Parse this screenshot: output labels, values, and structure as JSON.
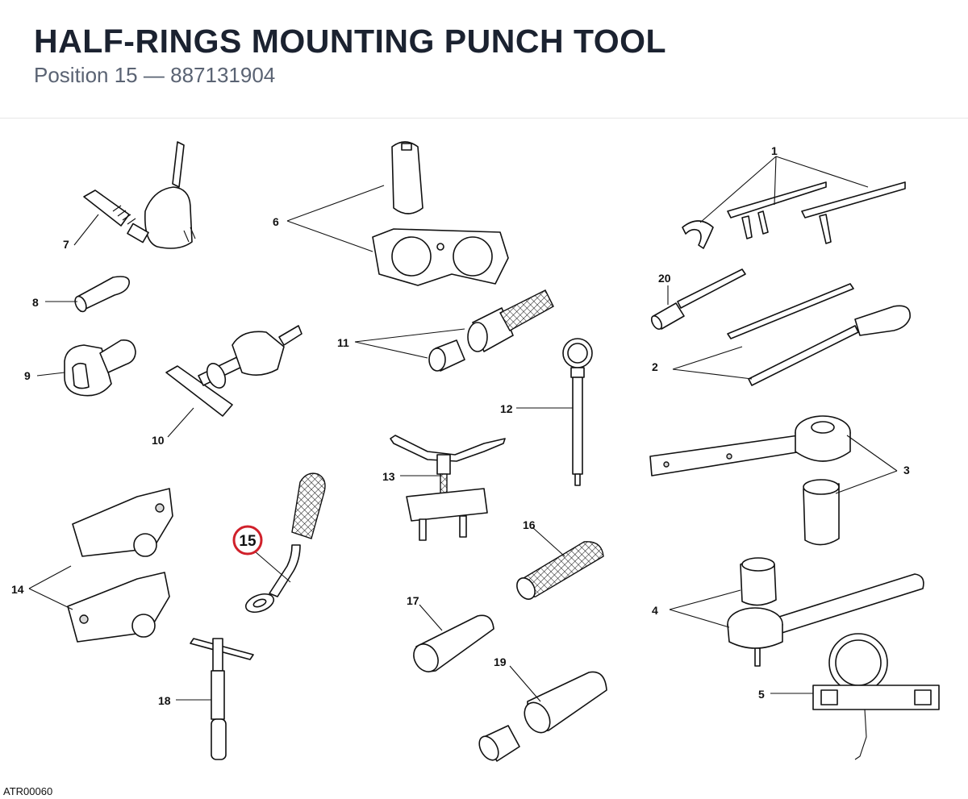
{
  "header": {
    "title": "HALF-RINGS MOUNTING PUNCH TOOL",
    "position_label": "Position 15",
    "separator": "—",
    "part_number": "887131904"
  },
  "diagram": {
    "highlight_callout": "15",
    "highlight_color": "#d0202a",
    "callouts": [
      "1",
      "2",
      "3",
      "4",
      "5",
      "6",
      "7",
      "8",
      "9",
      "10",
      "11",
      "12",
      "13",
      "14",
      "16",
      "17",
      "18",
      "19",
      "20"
    ]
  },
  "footer": {
    "drawing_code": "ATR00060"
  }
}
